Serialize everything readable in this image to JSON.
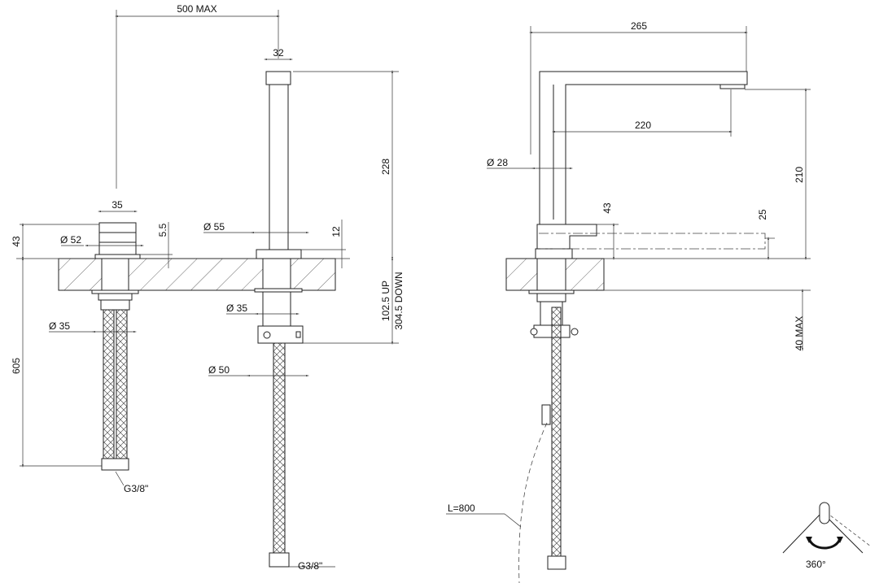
{
  "left_view": {
    "reach_max": "500 MAX",
    "spout_width": "32",
    "spout_height": "228",
    "handle_width": "35",
    "handle_height_offset": "5.5",
    "handle_flange_dia": "Ø 52",
    "handle_height": "43",
    "spout_flange_dia": "Ø 55",
    "spout_flange_height": "12",
    "adjust_up": "102.5 UP",
    "adjust_down": "304.5 DOWN",
    "handle_shank_dia": "Ø 35",
    "hose_length": "605",
    "spout_shank_dia": "Ø 35",
    "spout_body_dia": "Ø 50",
    "thread_left": "G3/8\"",
    "thread_right": "G3/8\""
  },
  "right_view": {
    "overall_length": "265",
    "reach": "220",
    "tube_dia": "Ø 28",
    "outlet_height": "210",
    "handle_height": "43",
    "handle_arm_height": "25",
    "counter_max": "40 MAX",
    "hose_length": "L=800",
    "rotation": "360°"
  }
}
